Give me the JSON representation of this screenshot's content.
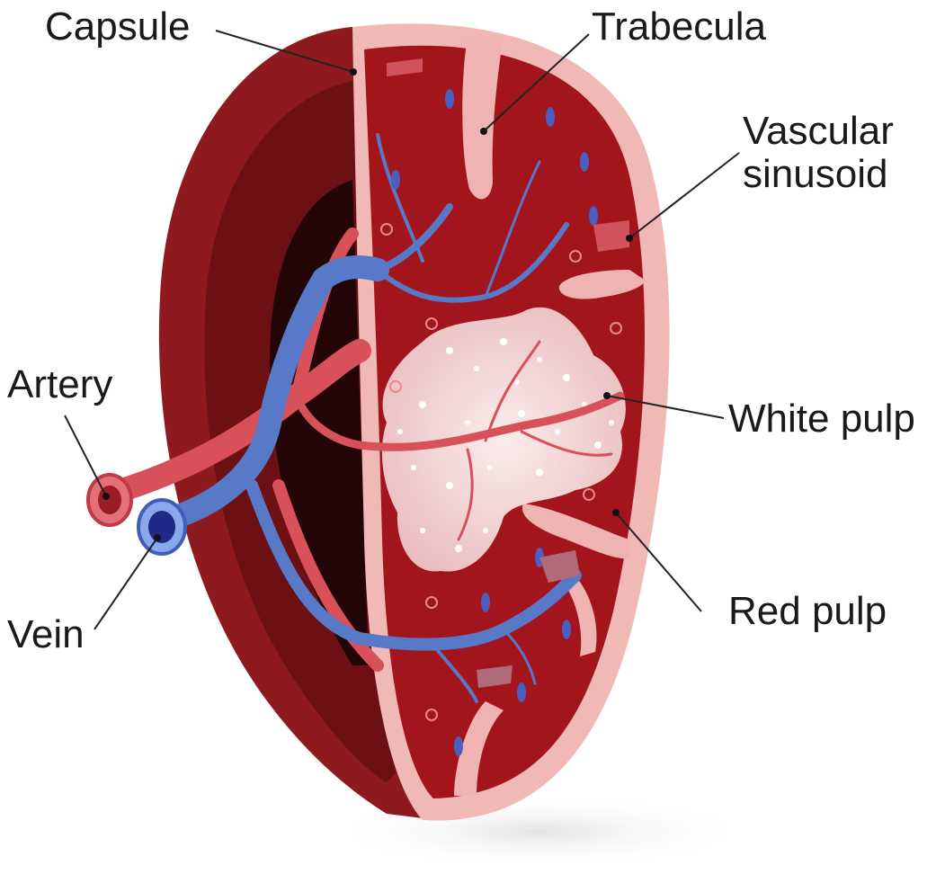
{
  "labels": {
    "capsule": "Capsule",
    "trabecula": "Trabecula",
    "vascular_line1": "Vascular",
    "vascular_line2": "sinusoid",
    "white_pulp": "White pulp",
    "red_pulp": "Red pulp",
    "artery": "Artery",
    "vein": "Vein"
  },
  "colors": {
    "outer_dark": "#7d1216",
    "outer_mid": "#9b1c20",
    "inner_cavity": "#2a0606",
    "capsule_band": "#f1b9b6",
    "red_pulp": "#a3151d",
    "trabecula": "#efb3b1",
    "white_pulp": "#f3d6d6",
    "artery": "#d8505a",
    "vein": "#5878c8",
    "leader": "#222222"
  }
}
